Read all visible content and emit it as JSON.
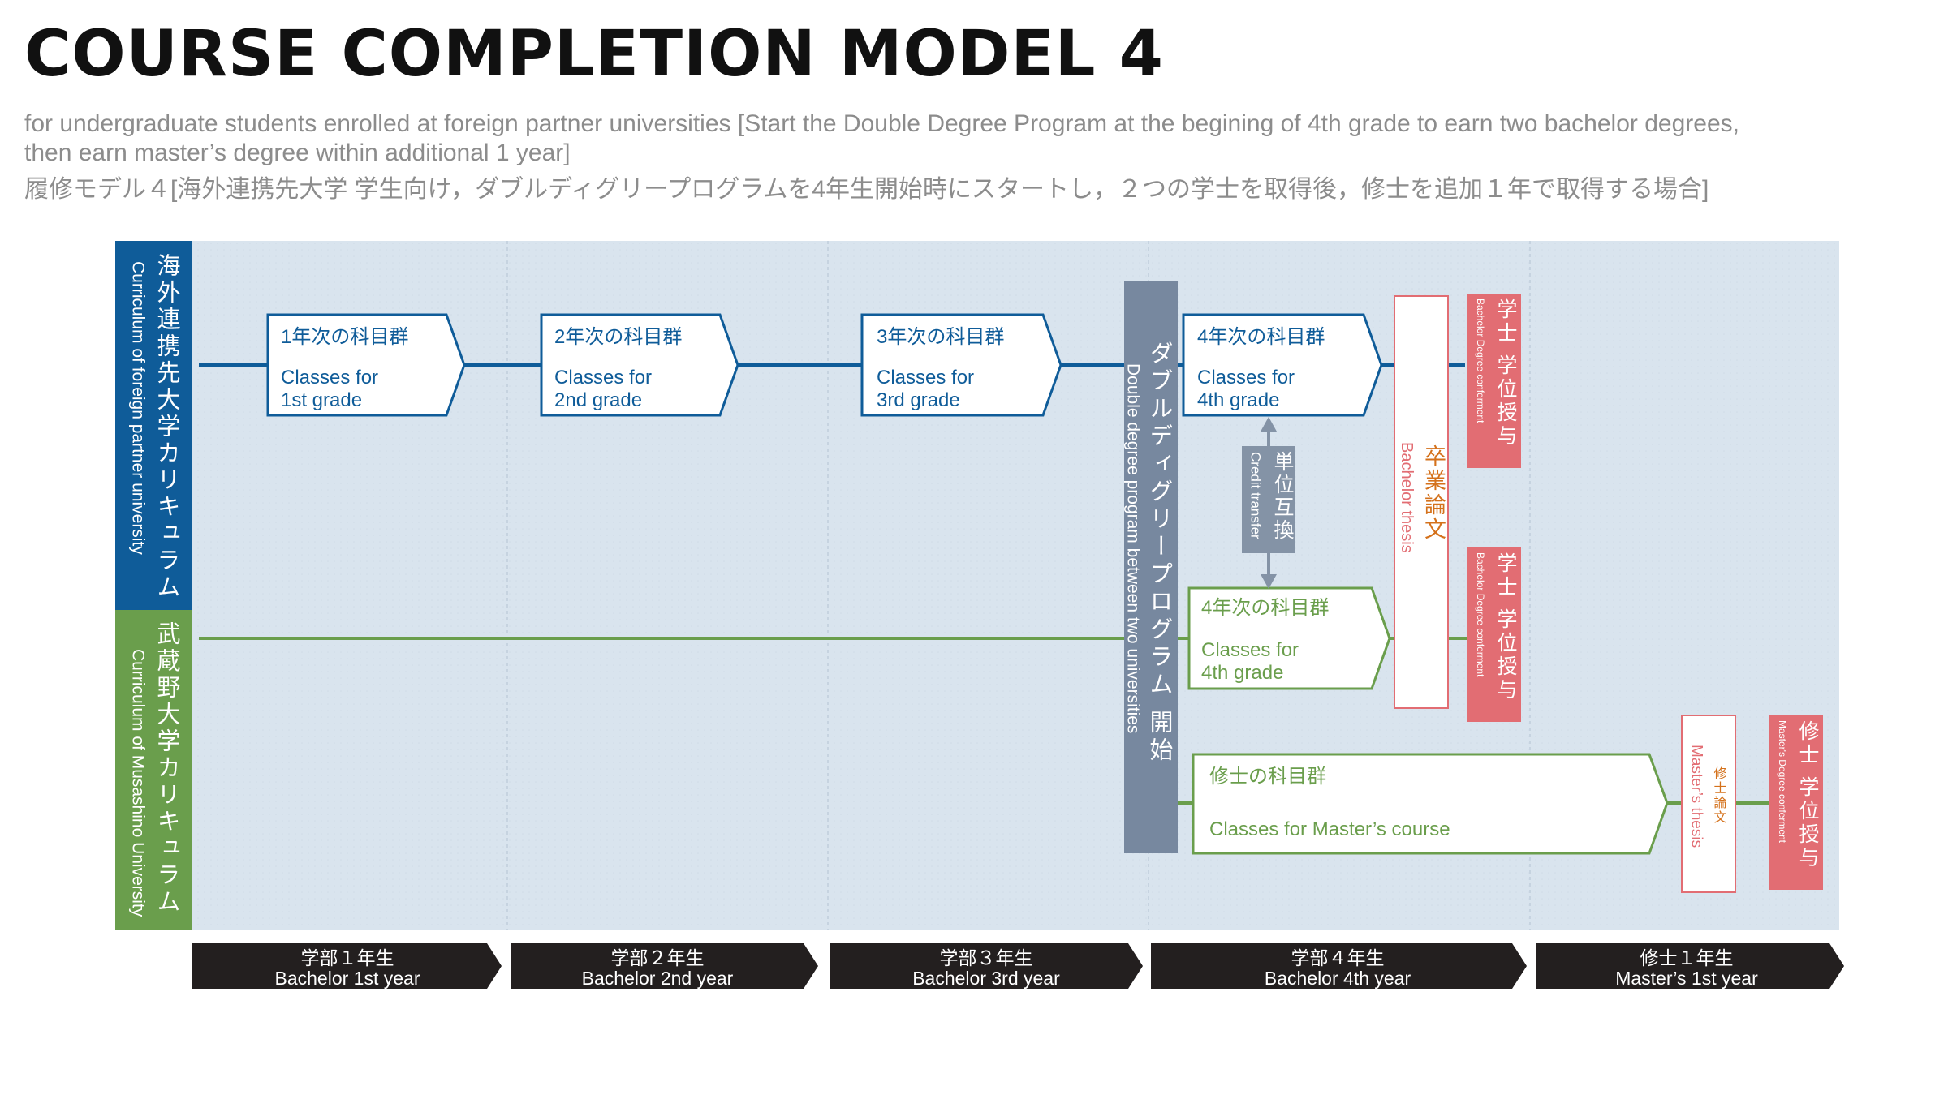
{
  "header": {
    "title": "COURSE COMPLETION MODEL 4",
    "subtitle_line1": "for undergraduate students enrolled at foreign partner universities [Start the Double Degree Program at the begining of 4th grade to earn two bachelor degrees,",
    "subtitle_line2": "then earn master’s degree within additional 1 year]",
    "subtitle_jp": "履修モデル４[海外連携先大学 学生向け，ダブルディグリープログラムを4年生開始時にスタートし，２つの学士を取得後，修士を追加１年で取得する場合]"
  },
  "colors": {
    "foreign_blue": "#0f5c99",
    "musashino_green": "#6a9e4c",
    "dd_gray": "#77889f",
    "credit_gray": "#8493a6",
    "bachelor_red": "#e26d73",
    "thesis_orange": "#d4711b",
    "year_arrow": "#231f1f",
    "panel_bg": "#d9e4ee"
  },
  "rows": {
    "foreign": {
      "jp": "海外連携先大学カリキュラム",
      "en": "Curriculum of foreign partner university"
    },
    "musashino": {
      "jp": "武蔵野大学カリキュラム",
      "en": "Curriculum of Musashino University"
    }
  },
  "foreign_classes": [
    {
      "jp": "1年次の科目群",
      "en1": "Classes for",
      "en2": "1st grade"
    },
    {
      "jp": "2年次の科目群",
      "en1": "Classes for",
      "en2": "2nd grade"
    },
    {
      "jp": "3年次の科目群",
      "en1": "Classes for",
      "en2": "3rd grade"
    },
    {
      "jp": "4年次の科目群",
      "en1": "Classes for",
      "en2": "4th grade"
    }
  ],
  "musashino_class": {
    "jp": "4年次の科目群",
    "en1": "Classes for",
    "en2": "4th grade"
  },
  "master_class": {
    "jp": "修士の科目群",
    "en": "Classes for Master’s course"
  },
  "double_degree": {
    "jp": "ダブルディグリープログラム 開始",
    "en": "Double degree program between two universities"
  },
  "credit_transfer": {
    "jp": "単位互換",
    "en": "Credit transfer"
  },
  "bachelor_thesis": {
    "jp": "卒業論文",
    "en": "Bachelor thesis"
  },
  "master_thesis": {
    "jp": "修士論文",
    "en": "Master’s thesis"
  },
  "degree_foreign": {
    "jp": "学士 学位授与",
    "en": "Bachelor Degree conferment"
  },
  "degree_musashino": {
    "jp": "学士 学位授与",
    "en": "Bachelor Degree conferment"
  },
  "degree_master": {
    "jp": "修士 学位授与",
    "en": "Master's Degree conferment"
  },
  "years": [
    {
      "jp": "学部１年生",
      "en": "Bachelor 1st year"
    },
    {
      "jp": "学部２年生",
      "en": "Bachelor 2nd year"
    },
    {
      "jp": "学部３年生",
      "en": "Bachelor 3rd year"
    },
    {
      "jp": "学部４年生",
      "en": "Bachelor 4th year"
    },
    {
      "jp": "修士１年生",
      "en": "Master’s 1st year"
    }
  ]
}
